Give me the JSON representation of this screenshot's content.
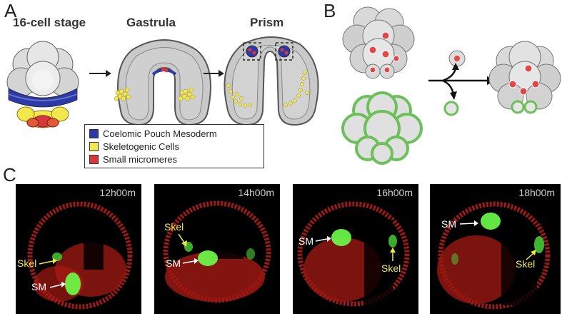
{
  "panels": {
    "a": "A",
    "b": "B",
    "c": "C"
  },
  "stages": {
    "cell16": "16-cell stage",
    "gastrula": "Gastrula",
    "prism": "Prism"
  },
  "legend": [
    {
      "label": "Coelomic Pouch Mesoderm",
      "color": "#2b3aa8"
    },
    {
      "label": "Skeletogenic Cells",
      "color": "#f2e84a"
    },
    {
      "label": "Small micromeres",
      "color": "#d8383a"
    }
  ],
  "timelapse": {
    "frames": [
      {
        "time": "12h00m",
        "sm": "SM",
        "skel": "Skel"
      },
      {
        "time": "14h00m",
        "sm": "SM",
        "skel": "Skel"
      },
      {
        "time": "16h00m",
        "sm": "SM",
        "skel": "Skel"
      },
      {
        "time": "18h00m",
        "sm": "SM",
        "skel": "Skel"
      }
    ]
  },
  "colors": {
    "cell_gray": "#d9d9d9",
    "outline": "#555555",
    "green": "#7fc36b",
    "red_dot": "#e04848",
    "embryo_red": "#c8201a",
    "embryo_green": "#6cff4a"
  }
}
